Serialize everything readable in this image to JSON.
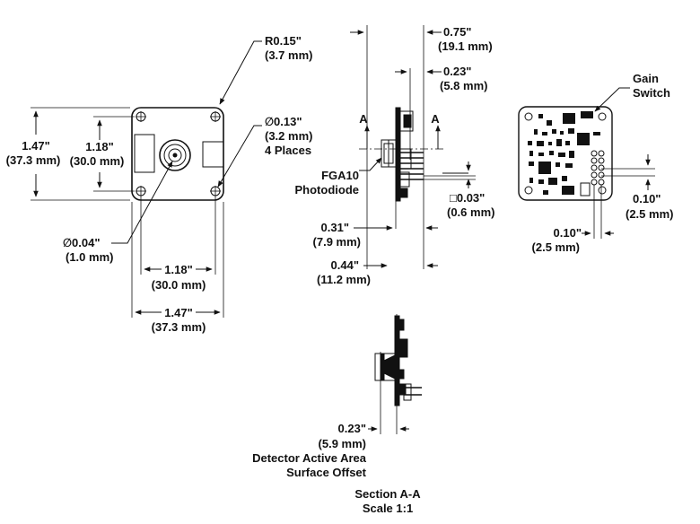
{
  "front_view": {
    "corner_radius_in": "R0.15\"",
    "corner_radius_mm": "(3.7 mm)",
    "hole_dia_in": "∅0.13\"",
    "hole_dia_mm": "(3.2 mm)",
    "hole_count": "4 Places",
    "height_outer_in": "1.47\"",
    "height_outer_mm": "(37.3 mm)",
    "height_inner_in": "1.18\"",
    "height_inner_mm": "(30.0 mm)",
    "aperture_dia_in": "∅0.04\"",
    "aperture_dia_mm": "(1.0 mm)",
    "width_inner_in": "1.18\"",
    "width_inner_mm": "(30.0 mm)",
    "width_outer_in": "1.47\"",
    "width_outer_mm": "(37.3 mm)"
  },
  "side_view": {
    "label_a_left": "A",
    "label_a_right": "A",
    "depth_total_in": "0.75\"",
    "depth_total_mm": "(19.1 mm)",
    "depth_pins_in": "0.23\"",
    "depth_pins_mm": "(5.8 mm)",
    "photodiode_line1": "FGA10",
    "photodiode_line2": "Photodiode",
    "pin_square_in": "□0.03\"",
    "pin_square_mm": "(0.6 mm)",
    "offset_a_in": "0.31\"",
    "offset_a_mm": "(7.9 mm)",
    "offset_b_in": "0.44\"",
    "offset_b_mm": "(11.2 mm)"
  },
  "back_view": {
    "gain_line1": "Gain",
    "gain_line2": "Switch",
    "pitch_v_in": "0.10\"",
    "pitch_v_mm": "(2.5 mm)",
    "pitch_h_in": "0.10\"",
    "pitch_h_mm": "(2.5 mm)"
  },
  "section_view": {
    "offset_in": "0.23\"",
    "offset_mm": "(5.9 mm)",
    "offset_caption_line1": "Detector Active Area",
    "offset_caption_line2": "Surface Offset",
    "title": "Section A-A",
    "scale": "Scale 1:1"
  }
}
